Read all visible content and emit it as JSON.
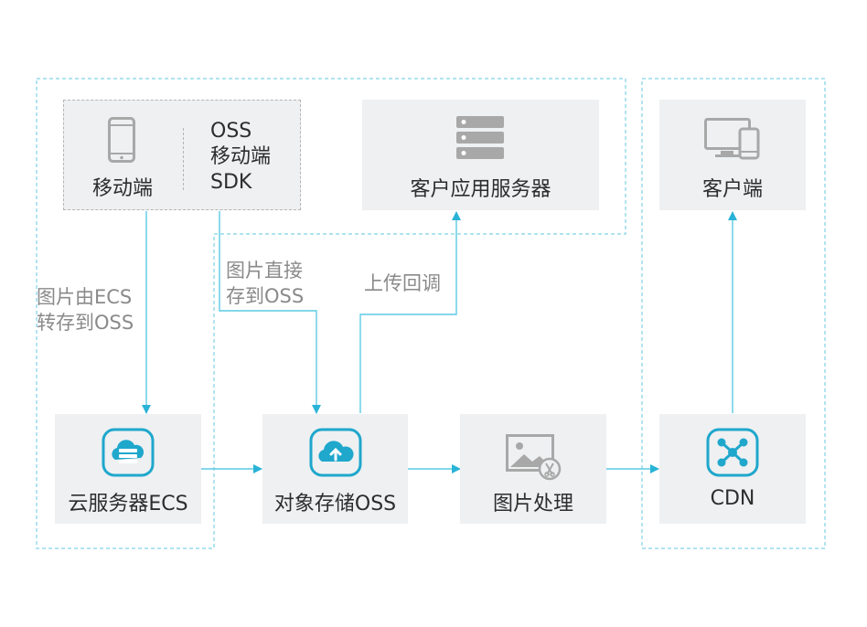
{
  "nodes": {
    "mobile": "移动端",
    "oss_sdk": [
      "OSS",
      "移动端",
      "SDK"
    ],
    "app_server": "客户应用服务器",
    "client": "客户端",
    "ecs": "云服务器ECS",
    "oss": "对象存储OSS",
    "image_processing": "图片处理",
    "cdn": "CDN"
  },
  "edges": {
    "via_ecs": [
      "图片由ECS",
      "转存到OSS"
    ],
    "direct": [
      "图片直接",
      "存到OSS"
    ],
    "callback": "上传回调"
  },
  "colors": {
    "accent": "#1fa7cc",
    "line": "#5ccae3",
    "dashed_border": "#7fd3e6",
    "box_bg": "#eef0f2",
    "icon_gray": "#a8a8a8",
    "label_gray": "#8a8a8a"
  },
  "icons": {
    "mobile": "smartphone-icon",
    "app_server": "server-stack-icon",
    "client": "monitor-phone-icon",
    "ecs": "cloud-server-icon",
    "oss": "cloud-upload-icon",
    "image_processing": "image-edit-icon",
    "cdn": "network-nodes-icon"
  }
}
